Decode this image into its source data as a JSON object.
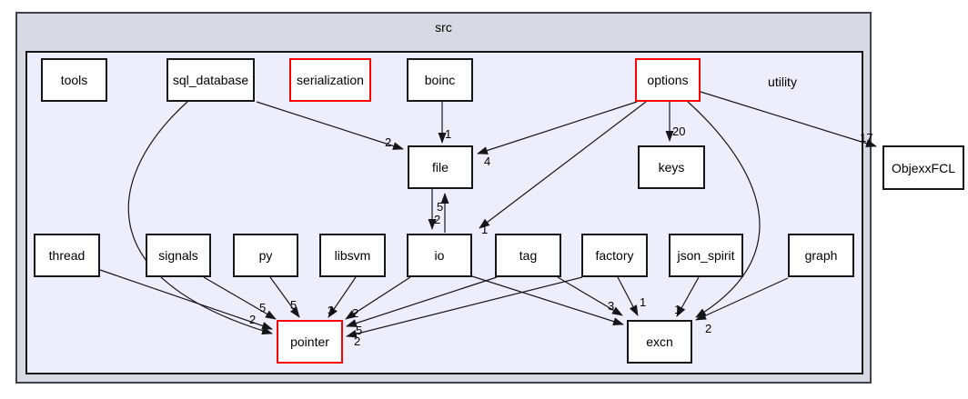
{
  "diagram": {
    "outer_label": "src",
    "inner_label": "utility",
    "colors": {
      "outer_fill": "#d9d9e4",
      "inner_fill": "#ededfb",
      "node_fill": "#ffffff",
      "node_border": "#16161a",
      "highlight_border": "#ff0000",
      "edge": "#16161a"
    },
    "nodes": [
      {
        "id": "tools",
        "label": "tools",
        "border": "black"
      },
      {
        "id": "sql_database",
        "label": "sql_database",
        "border": "black"
      },
      {
        "id": "serialization",
        "label": "serialization",
        "border": "red"
      },
      {
        "id": "boinc",
        "label": "boinc",
        "border": "black"
      },
      {
        "id": "options",
        "label": "options",
        "border": "red"
      },
      {
        "id": "keys",
        "label": "keys",
        "border": "black"
      },
      {
        "id": "file",
        "label": "file",
        "border": "black"
      },
      {
        "id": "ObjexxFCL",
        "label": "ObjexxFCL",
        "border": "black"
      },
      {
        "id": "thread",
        "label": "thread",
        "border": "black"
      },
      {
        "id": "signals",
        "label": "signals",
        "border": "black"
      },
      {
        "id": "py",
        "label": "py",
        "border": "black"
      },
      {
        "id": "libsvm",
        "label": "libsvm",
        "border": "black"
      },
      {
        "id": "io",
        "label": "io",
        "border": "black"
      },
      {
        "id": "tag",
        "label": "tag",
        "border": "black"
      },
      {
        "id": "factory",
        "label": "factory",
        "border": "black"
      },
      {
        "id": "json_spirit",
        "label": "json_spirit",
        "border": "black"
      },
      {
        "id": "graph",
        "label": "graph",
        "border": "black"
      },
      {
        "id": "pointer",
        "label": "pointer",
        "border": "red"
      },
      {
        "id": "excn",
        "label": "excn",
        "border": "black"
      }
    ],
    "edges": [
      {
        "from": "boinc",
        "to": "file",
        "label": "1"
      },
      {
        "from": "sql_database",
        "to": "file",
        "label": "2"
      },
      {
        "from": "options",
        "to": "file",
        "label": "4"
      },
      {
        "from": "options",
        "to": "keys",
        "label": "20"
      },
      {
        "from": "options",
        "to": "io",
        "label": "1"
      },
      {
        "from": "options",
        "to": "ObjexxFCL",
        "label": "17"
      },
      {
        "from": "options",
        "to": "excn",
        "label": "2"
      },
      {
        "from": "file",
        "to": "io",
        "label": "2"
      },
      {
        "from": "io",
        "to": "file",
        "label": "5"
      },
      {
        "from": "sql_database",
        "to": "pointer",
        "label": "2"
      },
      {
        "from": "thread",
        "to": "pointer",
        "label": ""
      },
      {
        "from": "signals",
        "to": "pointer",
        "label": "5"
      },
      {
        "from": "py",
        "to": "pointer",
        "label": "5"
      },
      {
        "from": "libsvm",
        "to": "pointer",
        "label": "3"
      },
      {
        "from": "io",
        "to": "pointer",
        "label": "2"
      },
      {
        "from": "tag",
        "to": "pointer",
        "label": "5"
      },
      {
        "from": "factory",
        "to": "pointer",
        "label": "2"
      },
      {
        "from": "tag",
        "to": "excn",
        "label": "3"
      },
      {
        "from": "io",
        "to": "excn",
        "label": ""
      },
      {
        "from": "factory",
        "to": "excn",
        "label": "1"
      },
      {
        "from": "json_spirit",
        "to": "excn",
        "label": "1"
      },
      {
        "from": "graph",
        "to": "excn",
        "label": ""
      }
    ]
  }
}
